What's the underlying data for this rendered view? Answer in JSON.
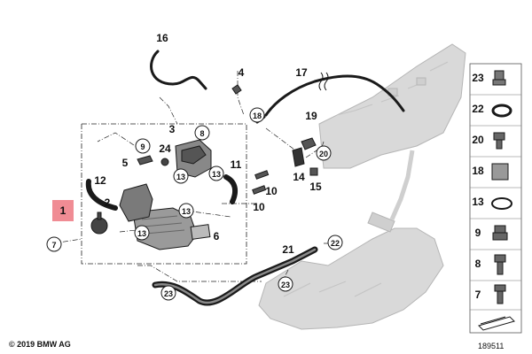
{
  "diagram": {
    "callouts": [
      "16",
      "4",
      "17",
      "3",
      "8",
      "18",
      "19",
      "9",
      "24",
      "5",
      "20",
      "11",
      "12",
      "14",
      "15",
      "13",
      "13",
      "10",
      "10",
      "2",
      "13",
      "1",
      "13",
      "6",
      "7",
      "21",
      "22",
      "23",
      "23"
    ],
    "side_panel": [
      "23",
      "22",
      "20",
      "18",
      "13",
      "9",
      "8",
      "7"
    ],
    "copyright": "© 2019 BMW AG",
    "diagram_id": "189511"
  },
  "colors": {
    "line": "#1a1a1a",
    "part_gray": "#bdbdbd",
    "engine_gray": "#d6d6d6",
    "highlight": "#f08c94",
    "panel_bg": "#ffffff"
  }
}
